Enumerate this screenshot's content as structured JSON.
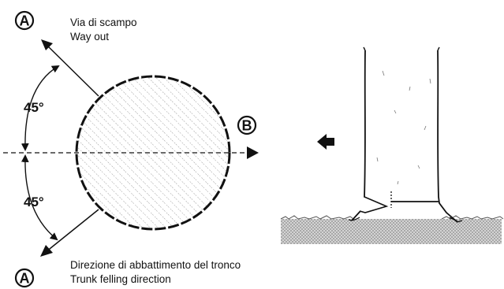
{
  "labels": {
    "marker_a": "A",
    "marker_b": "B",
    "way_out_it": "Via di scampo",
    "way_out_en": "Way out",
    "felling_it": "Direzione di abbattimento del tronco",
    "felling_en": "Trunk felling direction",
    "angle_top": "45°",
    "angle_bottom": "45°"
  },
  "colors": {
    "line": "#111111",
    "hatch": "#888888",
    "ground": "#9a9a9a"
  }
}
